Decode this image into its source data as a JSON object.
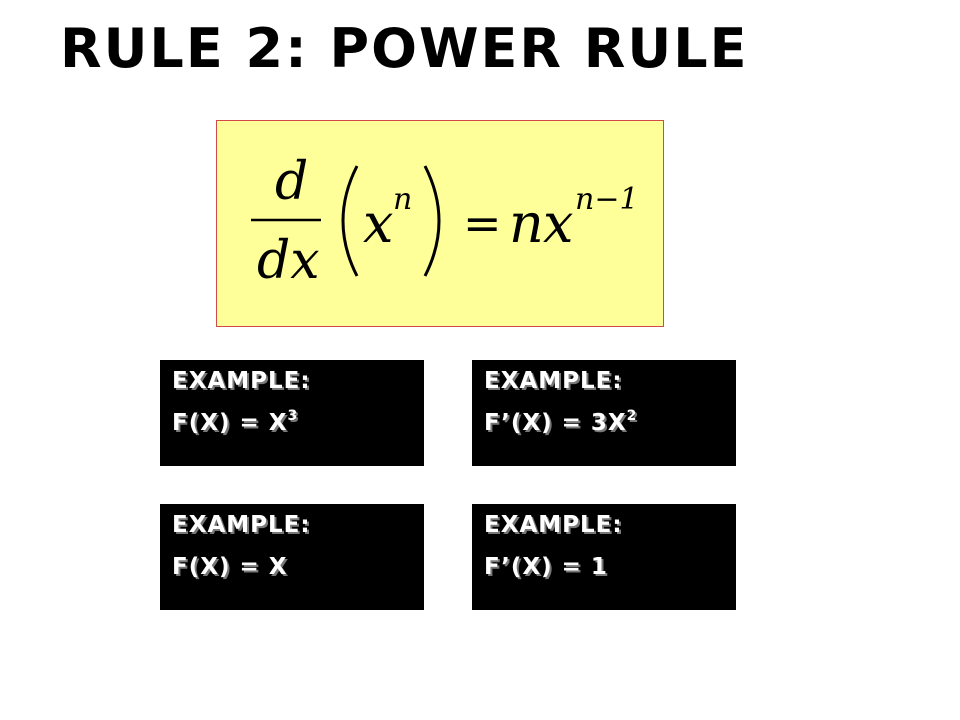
{
  "slide": {
    "title": "Rule 2: Power Rule"
  },
  "formula": {
    "numerator": "d",
    "denominator": "dx",
    "base": "x",
    "exponent": "n",
    "equals": "=",
    "result_coefficient": "n",
    "result_base": "x",
    "result_exponent": "n−1",
    "background_color": "#ffff99",
    "border_color": "#d04a4a"
  },
  "examples": [
    {
      "label": "Example:",
      "expr_main": "f(x) = x",
      "expr_sup": "3"
    },
    {
      "label": "Example:",
      "expr_main": "f’(x) = 3x",
      "expr_sup": "2"
    },
    {
      "label": "Example:",
      "expr_main": "f(x) = x",
      "expr_sup": ""
    },
    {
      "label": "Example:",
      "expr_main": "f’(x) = 1",
      "expr_sup": ""
    }
  ]
}
